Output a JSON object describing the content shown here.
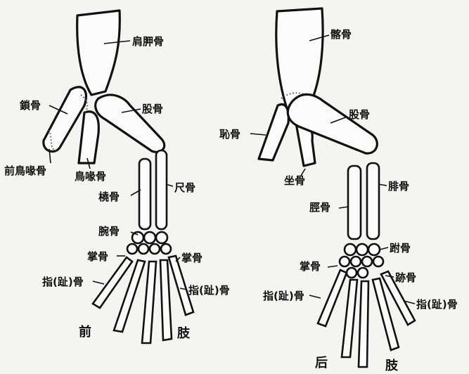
{
  "labels": {
    "scapula": "肩胛骨",
    "clavicle": "鎖骨",
    "humerus": "股骨",
    "procoracoid": "前鳥喙骨",
    "coracoid": "鳥喙骨",
    "radius": "橈骨",
    "ulna": "尺骨",
    "carpals": "腕骨",
    "metacarpals_left": "掌骨",
    "metacarpals_right": "掌骨",
    "phalanges_left": "指(趾)骨",
    "phalanges_right": "指(趾)骨",
    "ilium": "髂骨",
    "femur": "股骨",
    "pubis": "恥骨",
    "ischium": "坐骨",
    "fibula": "腓骨",
    "tibia": "脛骨",
    "tarsals": "跗骨",
    "metatarsals": "掌骨",
    "metatarsals_right": "跡骨",
    "hind_phalanges_left": "指(趾)骨",
    "hind_phalanges_right": "指(趾)骨"
  },
  "captions": {
    "fore_left": "前",
    "fore_right": "肢",
    "hind_left": "后",
    "hind_right": "肢"
  }
}
